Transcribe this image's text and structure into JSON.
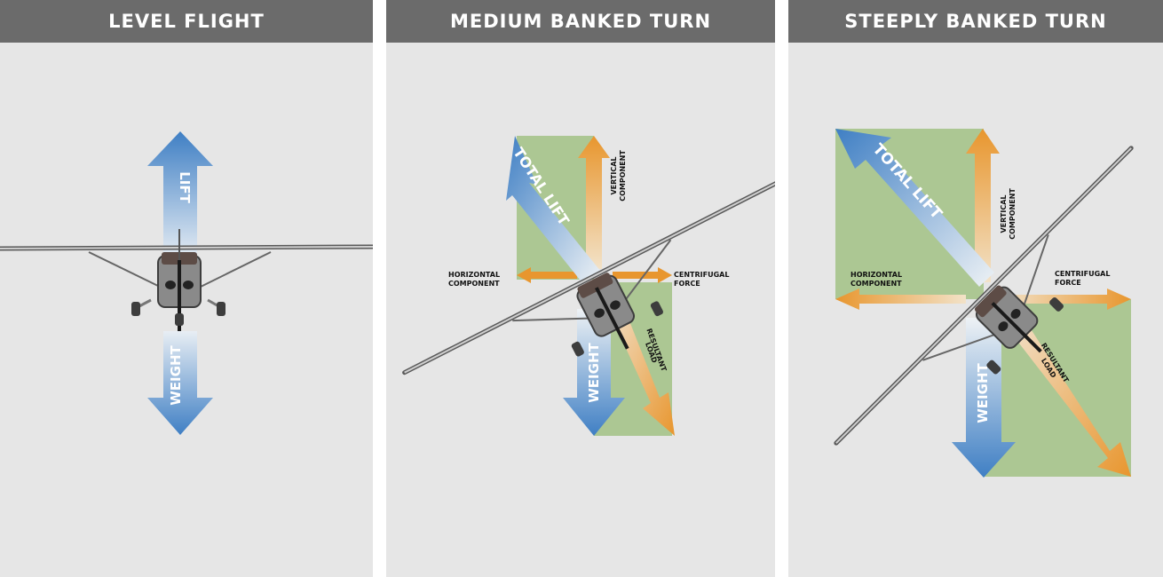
{
  "panels": [
    {
      "title": "LEVEL FLIGHT",
      "labels": {
        "lift": "LIFT",
        "weight": "WEIGHT"
      }
    },
    {
      "title": "MEDIUM BANKED TURN",
      "labels": {
        "total_lift": "TOTAL LIFT",
        "weight": "WEIGHT",
        "vertical_1": "VERTICAL",
        "vertical_2": "COMPONENT",
        "horizontal_1": "HORIZONTAL",
        "horizontal_2": "COMPONENT",
        "centrifugal_1": "CENTRIFUGAL",
        "centrifugal_2": "FORCE",
        "resultant_1": "RESULTANT",
        "resultant_2": "LOAD"
      }
    },
    {
      "title": "STEEPLY BANKED TURN",
      "labels": {
        "total_lift": "TOTAL LIFT",
        "weight": "WEIGHT",
        "vertical_1": "VERTICAL",
        "vertical_2": "COMPONENT",
        "horizontal_1": "HORIZONTAL",
        "horizontal_2": "COMPONENT",
        "centrifugal_1": "CENTRIFUGAL",
        "centrifugal_2": "FORCE",
        "resultant_1": "RESULTANT",
        "resultant_2": "LOAD"
      }
    }
  ],
  "colors": {
    "panel_bg": "#e6e6e6",
    "header_bg": "#6b6b6b",
    "lift_blue": "#3f7fc4",
    "force_orange": "#e8962e",
    "component_green": "#a9c58e"
  }
}
